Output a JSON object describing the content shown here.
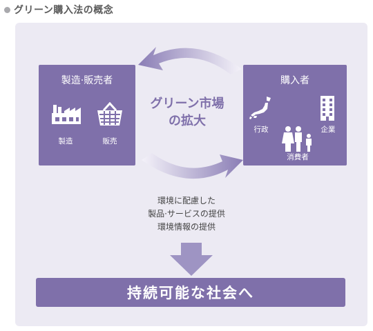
{
  "heading": "グリーン購入法の概念",
  "left_box": {
    "title": "製造·販売者",
    "items": [
      {
        "label": "製造",
        "icon": "factory-icon"
      },
      {
        "label": "販売",
        "icon": "shopping-basket-icon"
      }
    ]
  },
  "right_box": {
    "title": "購入者",
    "items": [
      {
        "label": "行政",
        "icon": "japan-map-icon"
      },
      {
        "label": "企業",
        "icon": "office-building-icon"
      },
      {
        "label": "消費者",
        "icon": "family-icon"
      }
    ]
  },
  "center": {
    "line1": "グリーン市場",
    "line2": "の拡大"
  },
  "supply_text": [
    "環境に配慮した",
    "製品·サービスの提供",
    "環境情報の提供"
  ],
  "banner": "持続可能な社会へ",
  "colors": {
    "box": "#7f70aa",
    "panel": "#eceaf3",
    "arrow_light": "#d5d0e6",
    "arrow_dark": "#7f70aa",
    "down_arrow": "#9e94c3"
  }
}
